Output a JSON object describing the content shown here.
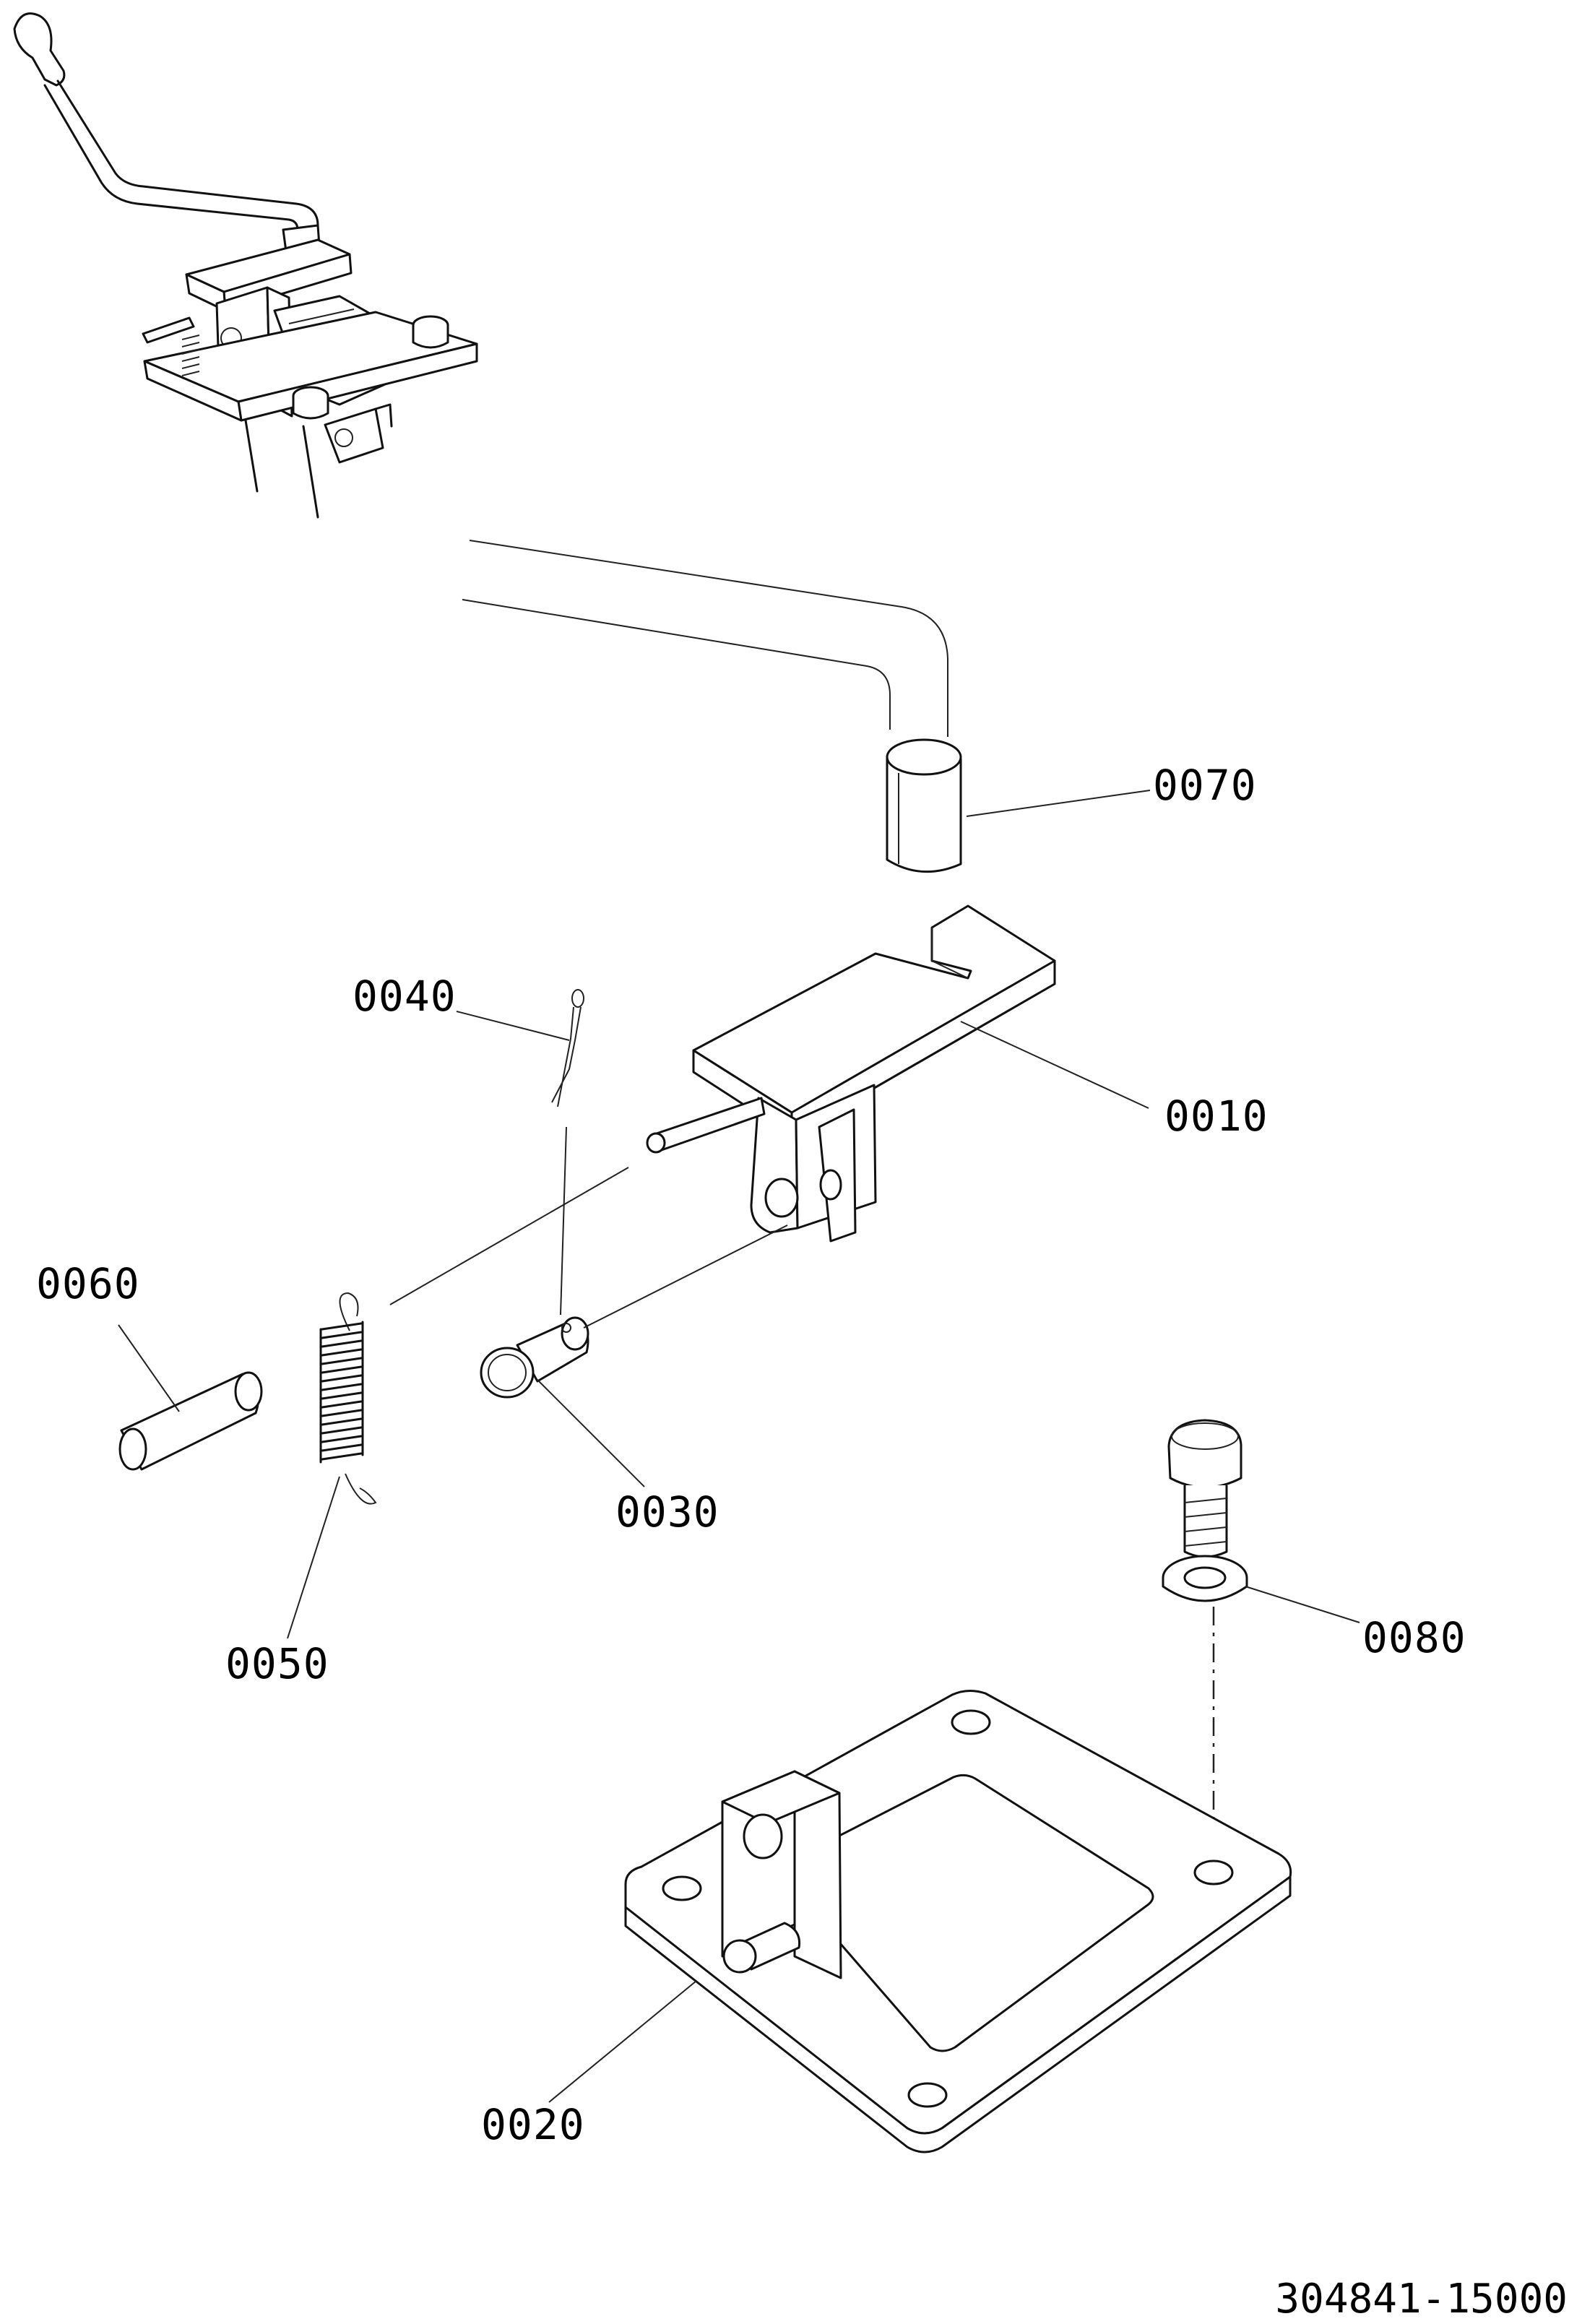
{
  "drawing_number": "304841-15000",
  "parts": [
    {
      "id": "0010"
    },
    {
      "id": "0020"
    },
    {
      "id": "0030"
    },
    {
      "id": "0040"
    },
    {
      "id": "0050"
    },
    {
      "id": "0060"
    },
    {
      "id": "0070"
    },
    {
      "id": "0080"
    }
  ]
}
